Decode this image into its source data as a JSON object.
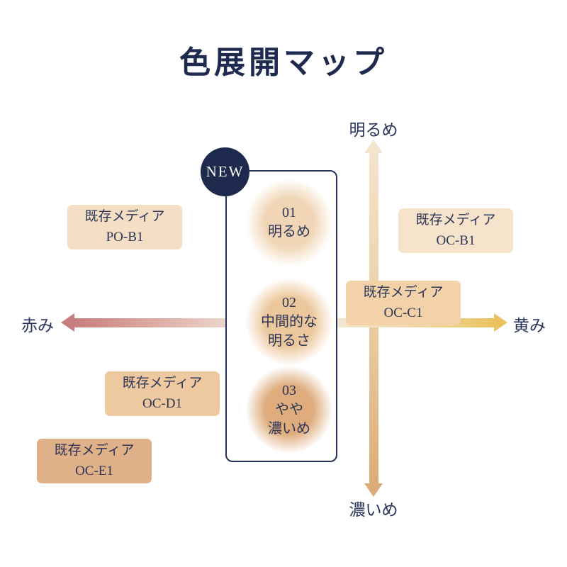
{
  "title": "色展開マップ",
  "badge": {
    "label": "NEW",
    "background": "#1d2a4d"
  },
  "axes": {
    "vertical": {
      "top_label": "明るめ",
      "bottom_label": "濃いめ",
      "gradient_top": "#f4e4cd",
      "gradient_bottom": "#dcab77"
    },
    "horizontal": {
      "left_label": "赤み",
      "right_label": "黄み",
      "gradient_left": "#c87e7e",
      "gradient_mid": "#f6ecdd",
      "gradient_right": "#eac35f"
    }
  },
  "shades": [
    {
      "number": "01",
      "line1": "明るめ",
      "line2": "",
      "color": "#f0d6b6"
    },
    {
      "number": "02",
      "line1": "中間的な",
      "line2": "明るさ",
      "color": "#ecc79b"
    },
    {
      "number": "03",
      "line1": "やや",
      "line2": "濃いめ",
      "color": "#deac7d"
    }
  ],
  "media_labels": [
    {
      "line1": "既存メディア",
      "line2": "PO-B1",
      "color": "#f4dfc5"
    },
    {
      "line1": "既存メディア",
      "line2": "OC-B1",
      "color": "#f6e3cb"
    },
    {
      "line1": "既存メディア",
      "line2": "OC-C1",
      "color": "#f3d2a9"
    },
    {
      "line1": "既存メディア",
      "line2": "OC-D1",
      "color": "#eec9a0"
    },
    {
      "line1": "既存メディア",
      "line2": "OC-E1",
      "color": "#e0b089"
    }
  ]
}
